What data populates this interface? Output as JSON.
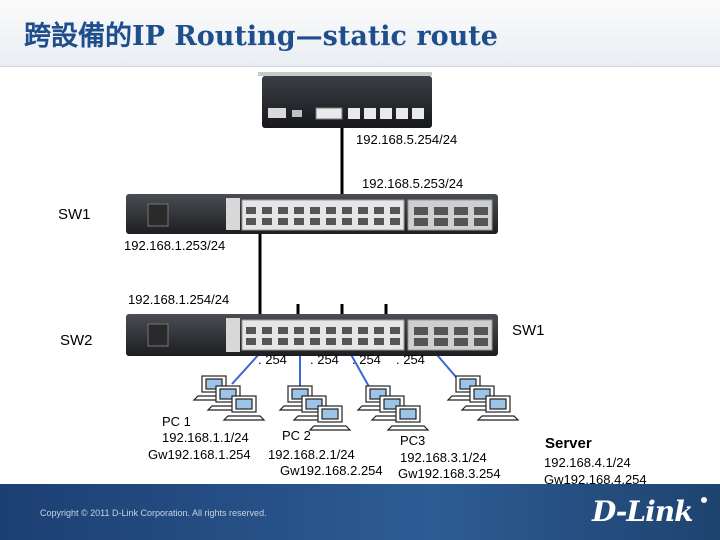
{
  "header": {
    "title": "跨設備的IP Routing—static route"
  },
  "labels": {
    "router_ip": "192.168.5.254/24",
    "sw1_up_ip": "192.168.5.253/24",
    "sw1_name": "SW1",
    "sw1_down_ip": "192.168.1.253/24",
    "sw2_up_ip": "192.168.1.254/24",
    "sw2_name": "SW2",
    "sw2_right_label": "SW1",
    "port1": ". 254",
    "port2": ". 254",
    "port3": ". 254",
    "port4": ". 254"
  },
  "hosts": {
    "pc1": {
      "name": "PC 1",
      "ip": "192.168.1.1/24",
      "gw": "Gw192.168.1.254"
    },
    "pc2": {
      "name": "PC 2",
      "ip": "192.168.2.1/24",
      "gw": "Gw192.168.2.254"
    },
    "pc3": {
      "name": "PC3",
      "ip": "192.168.3.1/24",
      "gw": "Gw192.168.3.254"
    },
    "server": {
      "name": "Server",
      "ip": "192.168.4.1/24",
      "gw": "Gw192.168.4.254"
    }
  },
  "footer": {
    "copyright": "Copyright © 2011 D-Link Corporation. All rights reserved.",
    "brand": "D-Link"
  },
  "colors": {
    "title": "#1f4e8c",
    "blue_link": "#3a67d6",
    "footer": "#1c3f73"
  }
}
